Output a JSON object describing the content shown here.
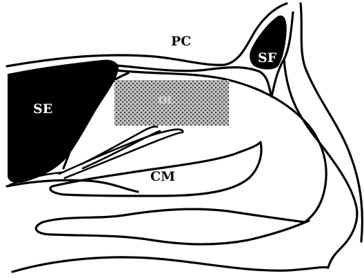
{
  "labels": {
    "pc": "PC",
    "sf": "SF",
    "se": "SE",
    "ol": "OL",
    "cm": "CM"
  },
  "colors": {
    "ink": "#000000",
    "background": "#ffffff",
    "stipple": "#6e6e6e"
  }
}
